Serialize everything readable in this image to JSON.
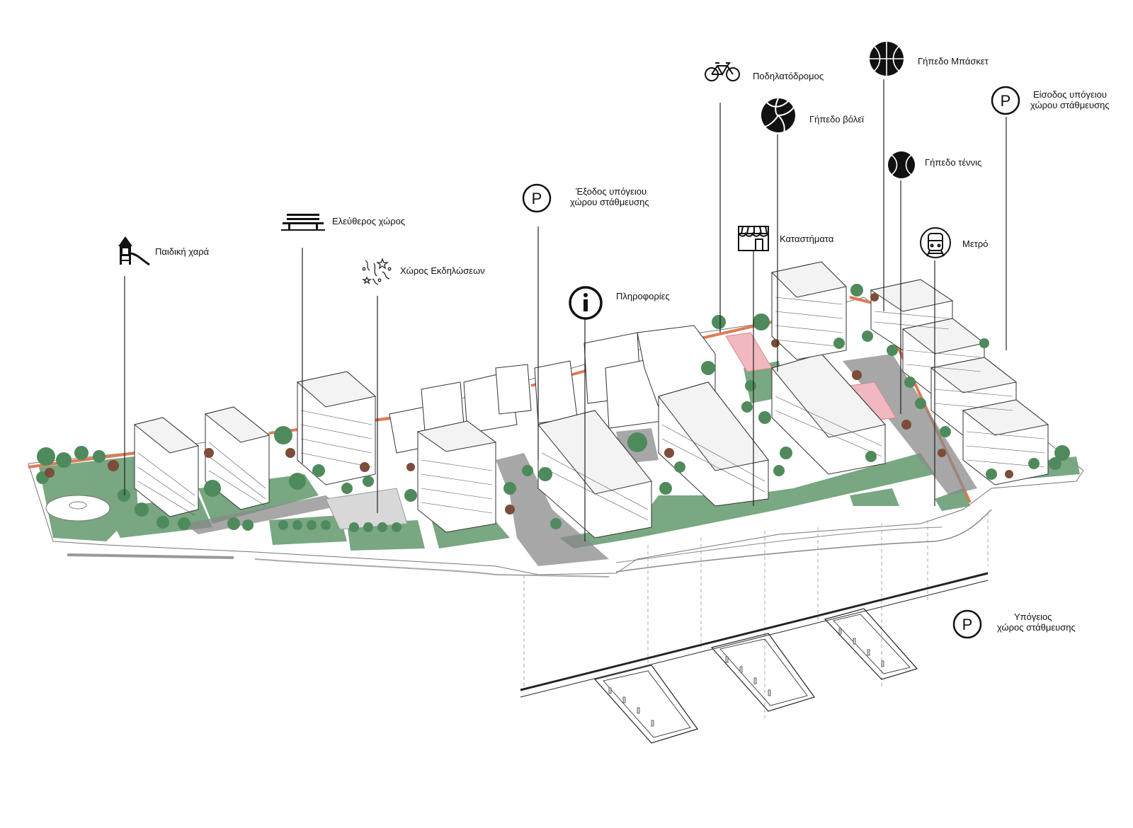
{
  "labels": {
    "playground": "Παιδική χαρά",
    "open_space": "Ελεύθερος χώρος",
    "events_space": "Χώρος Εκδηλώσεων",
    "parking_exit_line1": "Έξοδος υπόγειου",
    "parking_exit_line2": "χώρου στάθμευσης",
    "info": "Πληροφορίες",
    "bike_path": "Ποδηλατόδρομος",
    "volleyball": "Γήπεδο βόλεϊ",
    "shops": "Καταστήματα",
    "basketball": "Γήπεδο Μπάσκετ",
    "parking_entrance_line1": "Είσοδος υπόγειου",
    "parking_entrance_line2": "χώρου στάθμευσης",
    "tennis": "Γήπεδο τέννις",
    "metro": "Μετρό",
    "underground_parking_line1": "Υπόγειος",
    "underground_parking_line2": "χώρος στάθμευσης"
  },
  "icons": {
    "playground": "playground-slide-icon",
    "open_space": "park-bench-icon",
    "events_space": "confetti-icon",
    "parking_exit": "parking-p-icon",
    "info": "info-i-icon",
    "bike_path": "bicycle-icon",
    "volleyball": "volleyball-icon",
    "shops": "storefront-icon",
    "basketball": "basketball-icon",
    "parking_entrance": "parking-p-icon",
    "tennis": "tennis-ball-icon",
    "metro": "metro-train-icon",
    "underground_parking": "parking-p-icon"
  },
  "colors": {
    "green_space": "#6a9e74",
    "tree_green": "#4f8a5c",
    "tree_dark": "#3f6f4a",
    "tree_brown": "#7d4c3a",
    "bike_lane": "#e07a55",
    "sports_court": "#f2b8bf",
    "paving": "#8a8a8a",
    "building_fill": "#ffffff",
    "line": "#222222"
  }
}
